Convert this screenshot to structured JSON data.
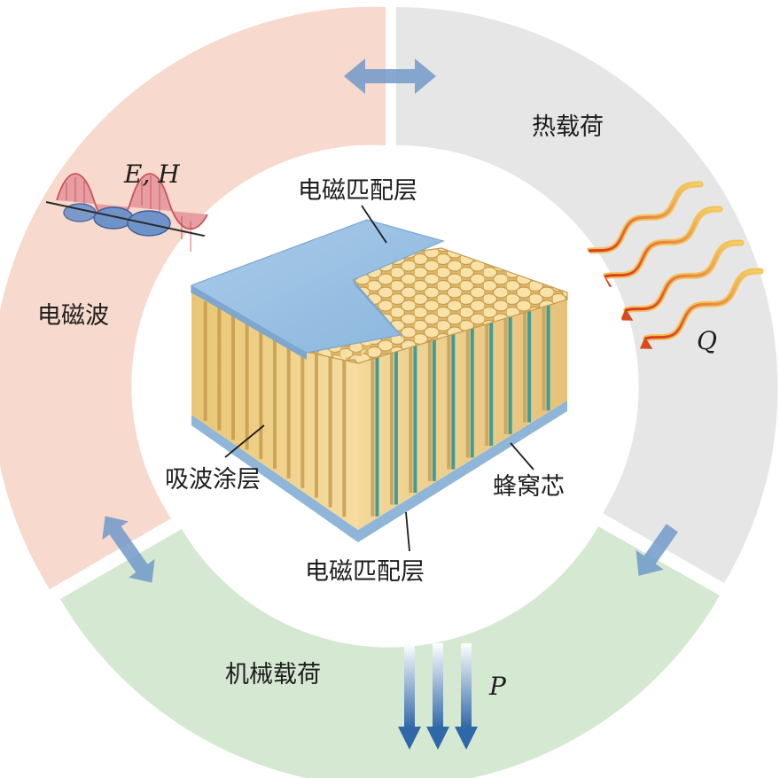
{
  "colors": {
    "em_sector": "#f7d9cd",
    "thermal_sector": "#e6e6e6",
    "mechanical_sector": "#d5e8d2",
    "top_face": "#9ec3e4",
    "honeycomb_core": "#f1d491",
    "wall_shadow": "#c9a764",
    "coating_teal": "#3e9d98",
    "heat_wave_outer": "#f2c257",
    "heat_wave_inner": "#d9491f",
    "interaction_arrow": "#6f95c6",
    "load_arrow": "#2f67a8"
  },
  "labels": {
    "em_wave": "电磁波",
    "em_fields": "E, H",
    "thermal_load": "热载荷",
    "heat_flux": "Q",
    "mechanical_load": "机械载荷",
    "force": "P",
    "matching_layer_top": "电磁匹配层",
    "matching_layer_bottom": "电磁匹配层",
    "absorbing_coating": "吸波涂层",
    "honeycomb_core": "蜂窝芯"
  },
  "icons": {
    "em_wave_icon": "em-wave-icon",
    "heat_wave_icon": "heat-wave-icon",
    "force_arrow_icon": "force-arrow-icon",
    "bidirectional_arrow_icon": "double-arrow-icon"
  }
}
